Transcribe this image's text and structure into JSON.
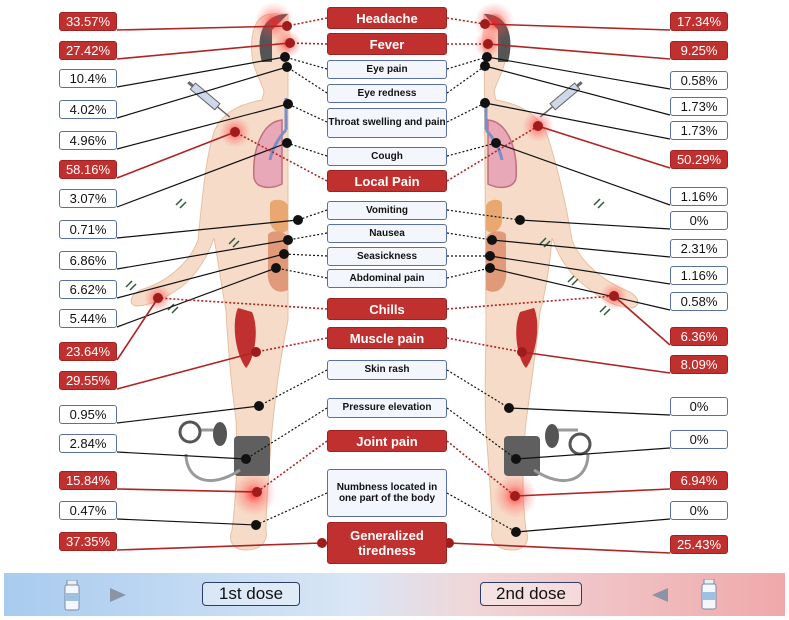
{
  "symptoms": {
    "headache": "Headache",
    "fever": "Fever",
    "eye_pain": "Eye pain",
    "eye_redness": "Eye redness",
    "throat": "Throat swelling and pain",
    "cough": "Cough",
    "local_pain": "Local Pain",
    "vomiting": "Vomiting",
    "nausea": "Nausea",
    "seasickness": "Seasickness",
    "abdominal_pain": "Abdominal pain",
    "chills": "Chills",
    "muscle_pain": "Muscle pain",
    "skin_rash": "Skin rash",
    "pressure_elevation": "Pressure elevation",
    "joint_pain": "Joint pain",
    "numbness": "Numbness located in one part of the body",
    "tiredness": "Generalized tiredness"
  },
  "dose1": {
    "headache": "33.57%",
    "fever": "27.42%",
    "eye_pain": "10.4%",
    "eye_redness": "4.02%",
    "throat": "4.96%",
    "local_pain": "58.16%",
    "cough": "3.07%",
    "vomiting": "0.71%",
    "nausea": "6.86%",
    "seasickness": "6.62%",
    "abdominal_pain": "5.44%",
    "chills": "23.64%",
    "muscle_pain": "29.55%",
    "skin_rash": "0.95%",
    "pressure_elevation": "2.84%",
    "joint_pain": "15.84%",
    "numbness": "0.47%",
    "tiredness": "37.35%"
  },
  "dose2": {
    "headache": "17.34%",
    "fever": "9.25%",
    "eye_pain": "0.58%",
    "eye_redness": "1.73%",
    "throat": "1.73%",
    "local_pain": "50.29%",
    "cough": "1.16%",
    "vomiting": "0%",
    "nausea": "2.31%",
    "seasickness": "1.16%",
    "abdominal_pain": "0.58%",
    "chills": "6.36%",
    "muscle_pain": "8.09%",
    "skin_rash": "0%",
    "pressure_elevation": "0%",
    "joint_pain": "6.94%",
    "numbness": "0%",
    "tiredness": "25.43%"
  },
  "dose_bar": {
    "first": "1st dose",
    "second": "2nd  dose"
  },
  "colors": {
    "highlight": "#c0302f",
    "normal_border": "#5b6fa6",
    "skin": "#f5d9c4",
    "first_dose": "#a8cbef",
    "second_dose": "#f0a8aa"
  }
}
